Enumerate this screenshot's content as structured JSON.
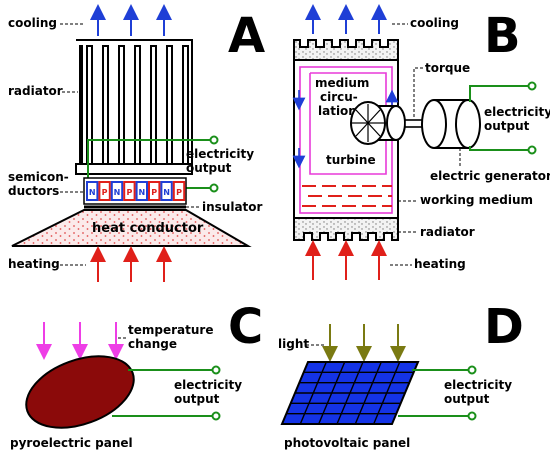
{
  "panels": {
    "A": {
      "letter": "A",
      "cooling": "cooling",
      "radiator": "radiator",
      "electricity_line1": "electricity",
      "electricity_line2": "output",
      "semiconductors_line1": "semicon-",
      "semiconductors_line2": "ductors",
      "insulator": "insulator",
      "heat_conductor": "heat conductor",
      "heating": "heating",
      "cell_labels": [
        "N",
        "P",
        "N",
        "P",
        "N",
        "P",
        "N",
        "P"
      ]
    },
    "B": {
      "letter": "B",
      "cooling": "cooling",
      "medium_line1": "medium",
      "medium_line2": "circu-",
      "medium_line3": "lation",
      "torque": "torque",
      "electricity_line1": "electricity",
      "electricity_line2": "output",
      "turbine": "turbine",
      "generator": "electric generator",
      "working_medium": "working medium",
      "radiator": "radiator",
      "heating": "heating"
    },
    "C": {
      "letter": "C",
      "temperature_line1": "temperature",
      "temperature_line2": "change",
      "electricity_line1": "electricity",
      "electricity_line2": "output",
      "panel": "pyroelectric panel"
    },
    "D": {
      "letter": "D",
      "light": "light",
      "electricity_line1": "electricity",
      "electricity_line2": "output",
      "panel": "photovoltaic panel"
    }
  },
  "colors": {
    "cooling_arrow": "#1f3fd6",
    "heating_arrow": "#e0201a",
    "wire": "#1a8f1a",
    "circulation": "#e83ad8",
    "temperature_arrow": "#ee3ee6",
    "light_arrow": "#7a7a12",
    "pyro_panel": "#8b0a0a",
    "pv_panel": "#1433e6",
    "heat_dots": "#e05050"
  }
}
